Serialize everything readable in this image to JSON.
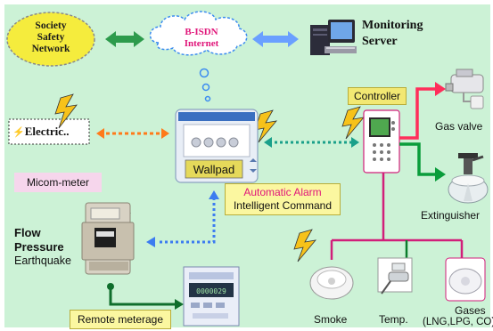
{
  "nodes": {
    "society": "Society\nSafety\nNetwork",
    "bisdn": "B-ISDN\nInternet",
    "server": "Monitoring\nServer",
    "electric": "Electric..",
    "controller": "Controller",
    "gas_valve": "Gas valve",
    "wallpad": "Wallpad",
    "alarm_line1": "Automatic Alarm",
    "alarm_line2": "Intelligent Command",
    "extinguisher": "Extinguisher",
    "micom": "Micom-meter",
    "flow": "Flow",
    "pressure": "Pressure",
    "earthquake": "Earthquake",
    "remote": "Remote meterage",
    "smoke": "Smoke",
    "temp": "Temp.",
    "gases_line1": "Gases",
    "gases_line2": "(LNG,LPG, CO)"
  },
  "colors": {
    "background": "#ccf2d6",
    "society_fill": "#f5ec3d",
    "green_arrow": "#2d9b4c",
    "blue_arrow": "#6aa0ff",
    "orange_arrow": "#ff7a1a",
    "teal_dots": "#1aa08a",
    "controller_link": "#d11f7a",
    "extinguisher_link": "#0a9d3b",
    "red_link": "#ff2e5a"
  }
}
